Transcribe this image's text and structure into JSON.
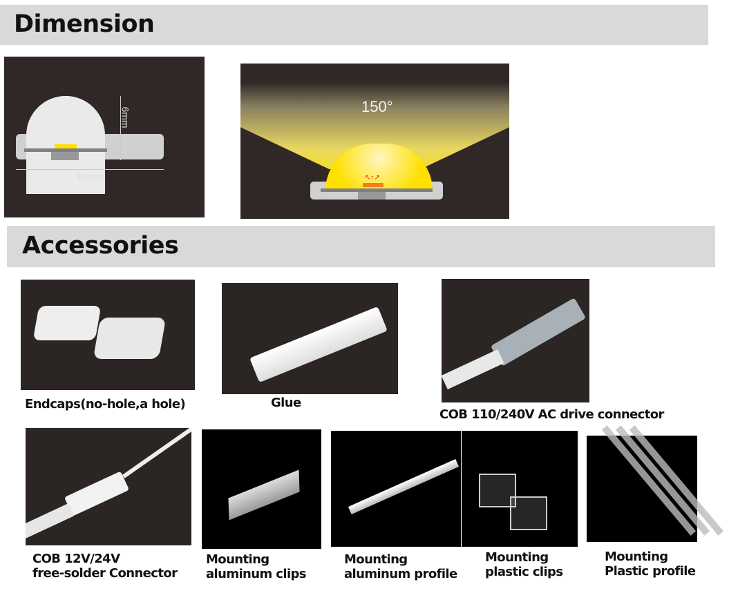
{
  "sections": {
    "dimension": "Dimension",
    "accessories": "Accessories"
  },
  "dimension": {
    "height_label": "6mm",
    "width_label": "10mm",
    "angle_label": "150°"
  },
  "accessories": [
    {
      "caption": "Endcaps(no-hole,a hole)"
    },
    {
      "caption": "Glue"
    },
    {
      "caption": "COB 110/240V AC drive connector"
    },
    {
      "caption_line1": "COB 12V/24V",
      "caption_line2": "free-solder Connector"
    },
    {
      "caption_line1": "Mounting",
      "caption_line2": "aluminum clips"
    },
    {
      "caption_line1": "Mounting",
      "caption_line2": "aluminum profile"
    },
    {
      "caption_line1": "Mounting",
      "caption_line2": "plastic clips"
    },
    {
      "caption_line1": "Mounting",
      "caption_line2": "Plastic profile"
    }
  ],
  "colors": {
    "header_bg": "#d8d9db",
    "photo_bg": "#2f2826",
    "led_yellow": "#ffe000"
  }
}
